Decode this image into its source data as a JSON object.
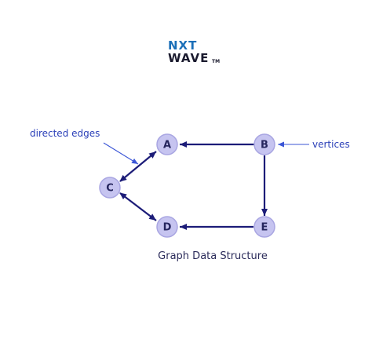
{
  "logo": {
    "line1": "NXT",
    "line2": "WAVE",
    "tm": "TM"
  },
  "nodes": [
    {
      "id": "A",
      "label": "A"
    },
    {
      "id": "B",
      "label": "B"
    },
    {
      "id": "C",
      "label": "C"
    },
    {
      "id": "D",
      "label": "D"
    },
    {
      "id": "E",
      "label": "E"
    }
  ],
  "edges": [
    {
      "from": "B",
      "to": "A",
      "direction": "one-way"
    },
    {
      "from": "B",
      "to": "E",
      "direction": "one-way"
    },
    {
      "from": "E",
      "to": "D",
      "direction": "one-way"
    },
    {
      "from": "C",
      "to": "A",
      "direction": "two-way"
    },
    {
      "from": "C",
      "to": "D",
      "direction": "two-way"
    }
  ],
  "annotations": {
    "directed_edges": "directed edges",
    "vertices": "vertices"
  },
  "caption": "Graph Data Structure",
  "colors": {
    "node_fill": "#c6c4f0",
    "edge": "#1c1c78",
    "annotation": "#2a3fb8",
    "logo_blue": "#1b6fb8",
    "logo_dark": "#1a1a2e"
  }
}
